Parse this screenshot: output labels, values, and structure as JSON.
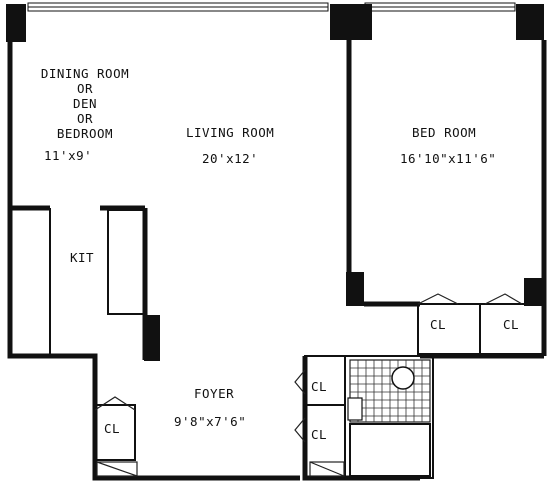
{
  "rooms": {
    "dining": {
      "lines": [
        "DINING ROOM",
        "OR",
        "DEN",
        "OR",
        "BEDROOM"
      ],
      "size": "11'x9'"
    },
    "living": {
      "name": "LIVING ROOM",
      "size": "20'x12'"
    },
    "bedroom": {
      "name": "BED ROOM",
      "size": "16'10\"x11'6\""
    },
    "kitchen": {
      "name": "KIT"
    },
    "foyer": {
      "name": "FOYER",
      "size": "9'8\"x7'6\""
    }
  },
  "closets": [
    "CL",
    "CL",
    "CL",
    "CL",
    "CL"
  ]
}
